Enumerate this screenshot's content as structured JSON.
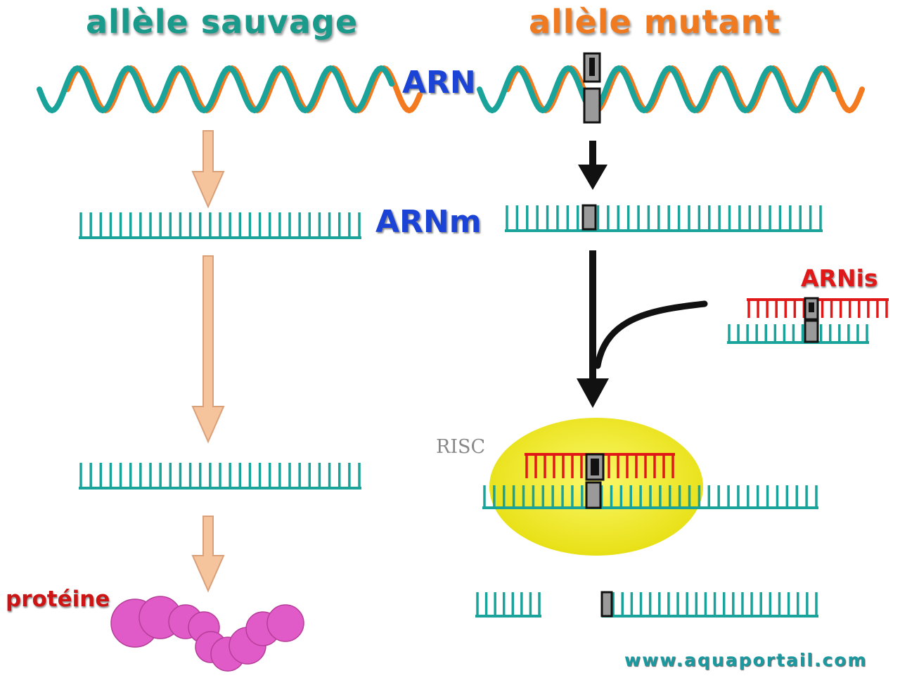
{
  "labels": {
    "wild_allele": "allèle sauvage",
    "mutant_allele": "allèle mutant",
    "rna": "ARN",
    "mrna": "ARNm",
    "sirna": "ARNis",
    "risc": "RISC",
    "protein": "protéine",
    "watermark": "www.aquaportail.com"
  },
  "colors": {
    "teal": "#1aa39a",
    "orange": "#f47a20",
    "red": "#e01818",
    "blue": "#1b44d6",
    "pink": "#e05bc8",
    "arrow_tan": "#f5c49c",
    "risc_yellow": "#f4ef2a",
    "mutation_grey": "#9a9a9a",
    "black": "#111111"
  }
}
